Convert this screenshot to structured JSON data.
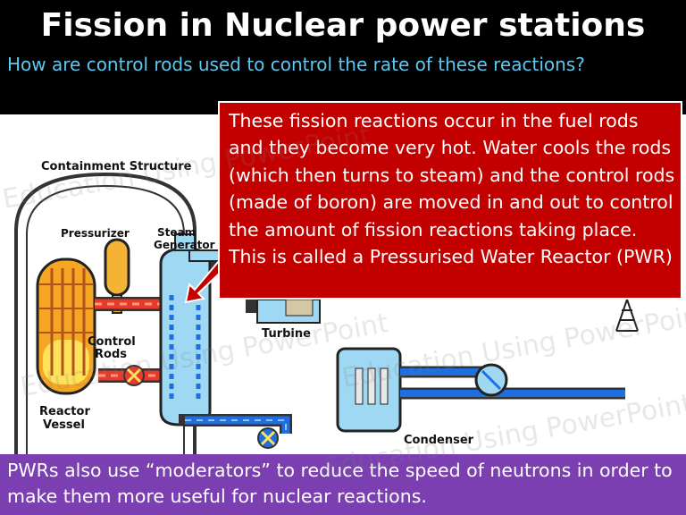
{
  "slide": {
    "title": "Fission in Nuclear power stations",
    "question": "How are control rods used to control the rate of these reactions?",
    "callout": "These fission reactions occur in the fuel rods and they become very hot.  Water cools the rods (which then turns to steam) and the control rods (made of boron) are moved in and out to control the amount of fission reactions taking place.  This is called a Pressurised Water Reactor (PWR)",
    "footer": "PWRs also use “moderators” to reduce the speed of neutrons in order to make them more useful for nuclear reactions."
  },
  "diagram": {
    "labels": {
      "containment": "Containment Structure",
      "pressurizer": "Pressurizer",
      "steam": "Steam",
      "generator": "Generator",
      "control": "Control",
      "rods": "Rods",
      "reactor": "Reactor",
      "vessel": "Vessel",
      "turbine": "Turbine",
      "condenser": "Condenser"
    }
  },
  "watermark": "Education Using PowerPoint",
  "colors": {
    "header_bg": "#000000",
    "title_text": "#ffffff",
    "question_text": "#5ec8f0",
    "callout_bg": "#c30000",
    "footer_bg": "#7b3fb2",
    "water_hot": "#e8392a",
    "water_cool": "#1f6fe0",
    "steam": "#9fd8f2",
    "pressurizer": "#f5b335"
  }
}
